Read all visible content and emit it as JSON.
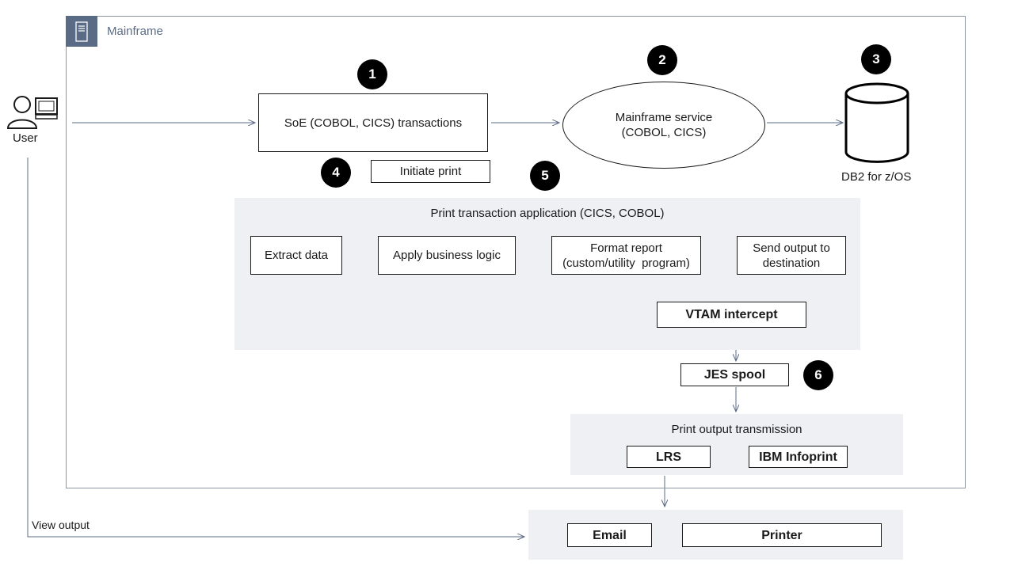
{
  "mainframe": {
    "label": "Mainframe"
  },
  "user": {
    "label": "User",
    "view_output": "View output"
  },
  "steps": {
    "soe": "SoE (COBOL, CICS) transactions",
    "initiate_print": "Initiate print",
    "mainframe_service_line1": "Mainframe service",
    "mainframe_service_line2": "(COBOL, CICS)",
    "db2": "DB2 for z/OS"
  },
  "badges": [
    "1",
    "2",
    "3",
    "4",
    "5",
    "6"
  ],
  "print_app": {
    "title": "Print transaction application (CICS, COBOL)",
    "extract": "Extract data",
    "business_logic": "Apply business logic",
    "format_line1": "Format report",
    "format_line2": "(custom/utility  program)",
    "send_line1": "Send output to",
    "send_line2": "destination",
    "vtam": "VTAM intercept"
  },
  "jes": "JES spool",
  "transmission": {
    "title": "Print output transmission",
    "lrs": "LRS",
    "infoprint": "IBM Infoprint"
  },
  "destinations": {
    "email": "Email",
    "printer": "Printer"
  },
  "colors": {
    "frame": "#8c96a3",
    "badge_bg": "#5a6b86",
    "panel": "#eef0f3",
    "arrow": "#5a6b86"
  }
}
